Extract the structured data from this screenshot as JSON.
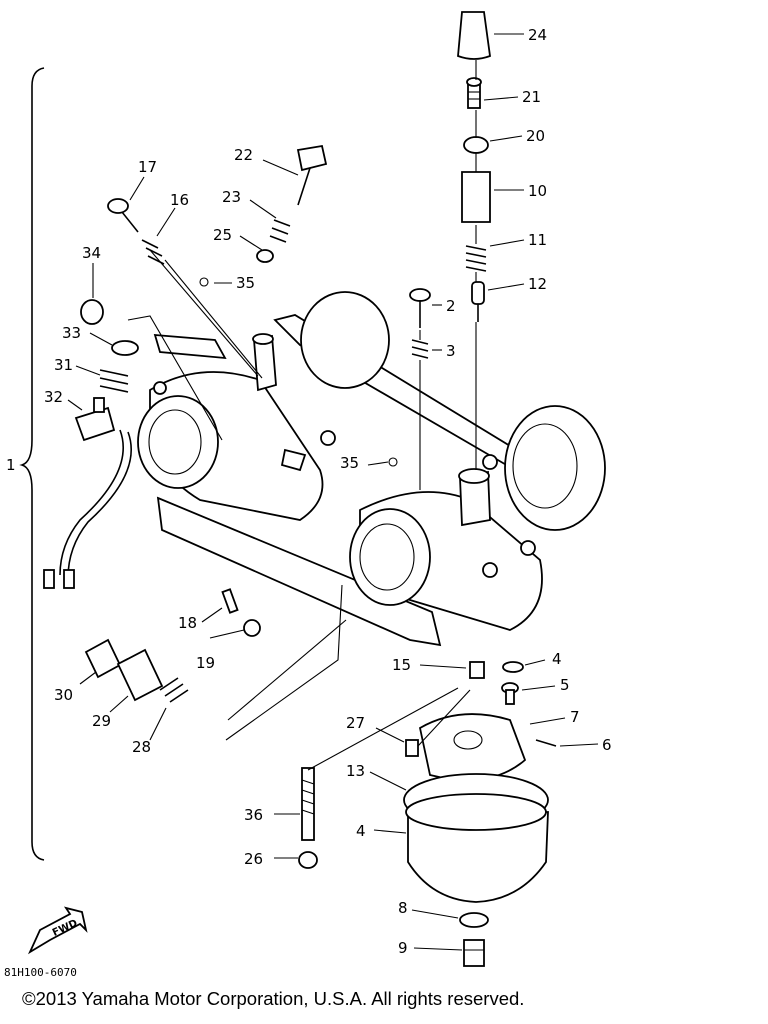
{
  "diagram": {
    "callouts": [
      {
        "id": "24",
        "text": "24"
      },
      {
        "id": "21",
        "text": "21"
      },
      {
        "id": "20",
        "text": "20"
      },
      {
        "id": "10",
        "text": "10"
      },
      {
        "id": "11",
        "text": "11"
      },
      {
        "id": "12",
        "text": "12"
      },
      {
        "id": "2",
        "text": "2"
      },
      {
        "id": "3",
        "text": "3"
      },
      {
        "id": "22",
        "text": "22"
      },
      {
        "id": "23",
        "text": "23"
      },
      {
        "id": "25",
        "text": "25"
      },
      {
        "id": "35a",
        "text": "35"
      },
      {
        "id": "35b",
        "text": "35"
      },
      {
        "id": "17",
        "text": "17"
      },
      {
        "id": "16",
        "text": "16"
      },
      {
        "id": "34",
        "text": "34"
      },
      {
        "id": "33",
        "text": "33"
      },
      {
        "id": "31",
        "text": "31"
      },
      {
        "id": "32",
        "text": "32"
      },
      {
        "id": "1",
        "text": "1"
      },
      {
        "id": "18",
        "text": "18"
      },
      {
        "id": "19",
        "text": "19"
      },
      {
        "id": "30",
        "text": "30"
      },
      {
        "id": "29",
        "text": "29"
      },
      {
        "id": "28",
        "text": "28"
      },
      {
        "id": "15",
        "text": "15"
      },
      {
        "id": "4a",
        "text": "4"
      },
      {
        "id": "5",
        "text": "5"
      },
      {
        "id": "7",
        "text": "7"
      },
      {
        "id": "6",
        "text": "6"
      },
      {
        "id": "27",
        "text": "27"
      },
      {
        "id": "13",
        "text": "13"
      },
      {
        "id": "4b",
        "text": "4"
      },
      {
        "id": "36",
        "text": "36"
      },
      {
        "id": "26",
        "text": "26"
      },
      {
        "id": "8",
        "text": "8"
      },
      {
        "id": "9",
        "text": "9"
      }
    ],
    "fwd_label": "FWD",
    "drawing_code": "81H100-6070"
  },
  "footer": {
    "copyright": "©2013 Yamaha Motor Corporation, U.S.A. All rights reserved."
  }
}
